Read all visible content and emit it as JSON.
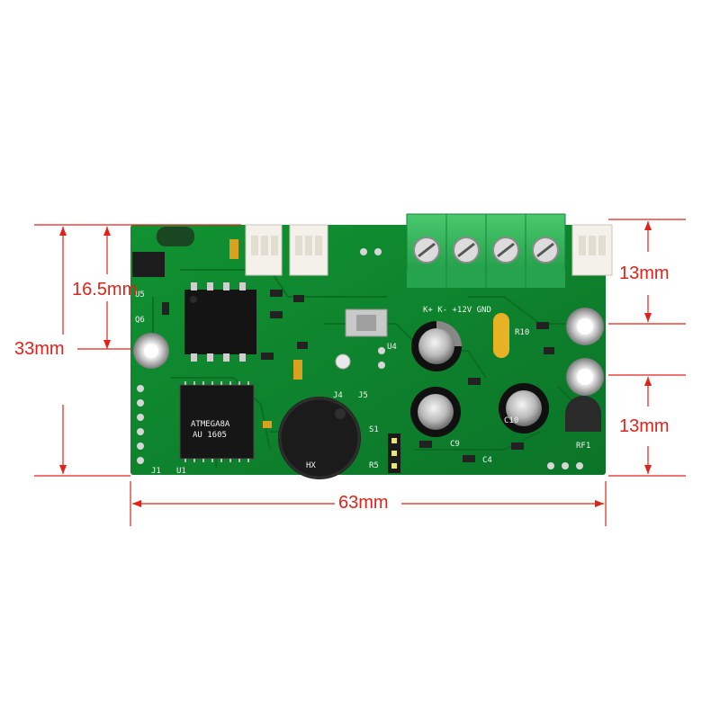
{
  "colors": {
    "dimension": "#e32119",
    "pcb": "#0f8a2e",
    "pcb_dark": "#0a6b22",
    "terminal": "#2fb35a",
    "connector": "#f4f1ea"
  },
  "dimensions": {
    "height_total": "33mm",
    "height_upper": "16.5mm",
    "width_total": "63mm",
    "right_top": "13mm",
    "right_bottom": "13mm"
  },
  "silkscreen": {
    "buzzer": "HX",
    "chip": "ATMEGA8A",
    "chip_code": "AU 1605",
    "terminal_label": "K+  K-  +12V  GND",
    "u1": "U1",
    "j1": "J1",
    "c10": "C10",
    "c9": "C9",
    "c4": "C4",
    "rf1": "RF1",
    "u5": "U5",
    "q6": "Q6",
    "j5": "J5",
    "j4": "J4",
    "s1": "S1",
    "r5": "R5",
    "r10": "R10",
    "u4": "U4"
  },
  "icons": [
    "mounting-hole-icon",
    "screw-terminal-icon",
    "capacitor-icon",
    "buzzer-icon",
    "chip-icon"
  ]
}
